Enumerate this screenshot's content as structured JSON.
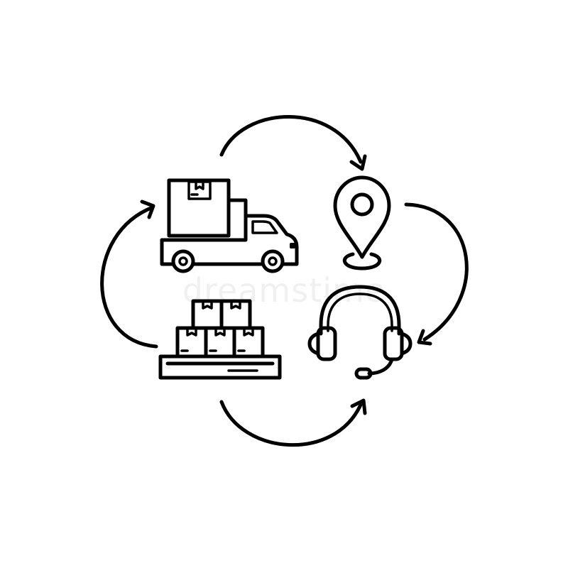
{
  "diagram": {
    "nodes": [
      {
        "id": "delivery-truck",
        "icon": "delivery-truck-icon"
      },
      {
        "id": "location-pin",
        "icon": "location-pin-icon"
      },
      {
        "id": "support-headset",
        "icon": "headset-icon"
      },
      {
        "id": "pallet-boxes",
        "icon": "pallet-boxes-icon"
      }
    ],
    "cycle": [
      "delivery-truck",
      "location-pin",
      "support-headset",
      "pallet-boxes"
    ],
    "colors": {
      "stroke": "#000000",
      "background": "#ffffff"
    }
  }
}
